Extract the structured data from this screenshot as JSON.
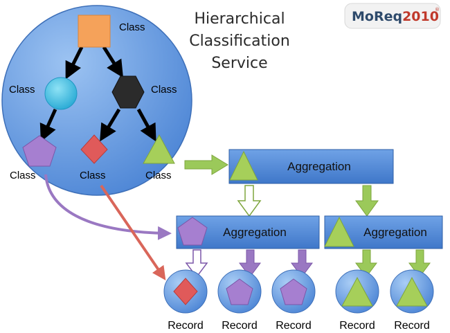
{
  "title": {
    "line1": "Hierarchical",
    "line2": "Classification",
    "line3": "Service"
  },
  "logo": {
    "part1": "MoReq",
    "part2": "2010",
    "mark": "®"
  },
  "classes": {
    "root": "Class",
    "left": "Class",
    "right": "Class",
    "leaf_pentagon": "Class",
    "leaf_diamond": "Class",
    "leaf_triangle": "Class"
  },
  "aggregations": {
    "top": "Aggregation",
    "middle_left": "Aggregation",
    "middle_right": "Aggregation"
  },
  "records": [
    "Record",
    "Record",
    "Record",
    "Record",
    "Record"
  ],
  "colors": {
    "service_circle": "#6a9fe0",
    "aggregation_box": "#4f86d6",
    "record_circle": "#74a8e8",
    "square": "#f5a25a",
    "circle": "#4ec6e6",
    "hexagon": "#2b2b2b",
    "pentagon": "#a67fd0",
    "diamond": "#e05a5a",
    "triangle": "#a6cf5a",
    "arrow_black": "#000000",
    "arrow_green": "#9bc95a",
    "arrow_purple": "#9a78c2",
    "arrow_red": "#d9665a",
    "logo_gray": "#2e4a6b",
    "logo_red": "#c0392b"
  }
}
